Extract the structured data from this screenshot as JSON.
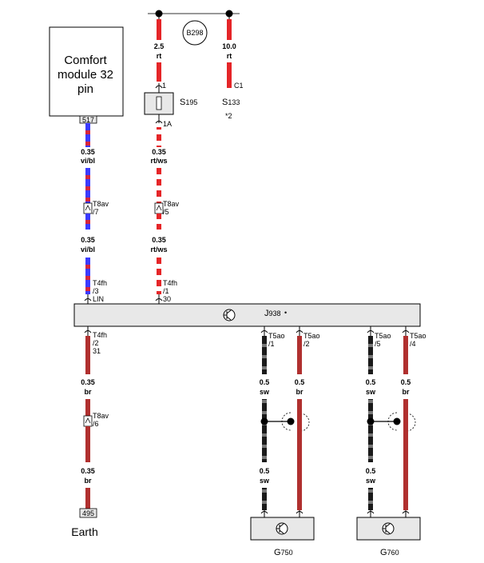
{
  "comfort_module": {
    "title_line1": "Comfort",
    "title_line2": "module 32",
    "title_line3": "pin",
    "pin": "517"
  },
  "supply": {
    "b298": "B298",
    "left_wire": {
      "size": "2.5",
      "color": "rt"
    },
    "right_wire": {
      "size": "10.0",
      "color": "rt"
    },
    "c1": "C1",
    "s133_prefix": "S",
    "s133_num": "133",
    "star2": "*2",
    "fuse_pin_top": "1",
    "fuse_pin_bottom": "1A",
    "s195_prefix": "S",
    "s195_num": "195"
  },
  "lin_wire": {
    "seg1": {
      "size": "0.35",
      "color": "vi/bl"
    },
    "conn1": {
      "name": "T8av",
      "pin": "/7"
    },
    "seg2": {
      "size": "0.35",
      "color": "vi/bl"
    },
    "conn2": {
      "name": "T4fh",
      "pin": "/3",
      "extra": "LIN"
    }
  },
  "power_wire": {
    "seg1": {
      "size": "0.35",
      "color": "rt/ws"
    },
    "conn1": {
      "name": "T8av",
      "pin": "/5"
    },
    "seg2": {
      "size": "0.35",
      "color": "rt/ws"
    },
    "conn2": {
      "name": "T4fh",
      "pin": "/1",
      "extra": "30"
    }
  },
  "control_unit": {
    "prefix": "J",
    "num": "938",
    "dot": "•"
  },
  "earth_wire": {
    "conn_top": {
      "name": "T4fh",
      "pin": "/2",
      "extra": "31"
    },
    "seg1": {
      "size": "0.35",
      "color": "br"
    },
    "conn_mid": {
      "name": "T8av",
      "pin": "/6"
    },
    "seg2": {
      "size": "0.35",
      "color": "br"
    },
    "terminal": "495",
    "label": "Earth"
  },
  "sensor_g750": {
    "wire_sw": {
      "conn": "T5ao",
      "pin": "/1",
      "size": "0.5",
      "color": "sw",
      "size2": "0.5",
      "color2": "sw"
    },
    "wire_br": {
      "conn": "T5ao",
      "pin": "/2",
      "size": "0.5",
      "color": "br"
    },
    "prefix": "G",
    "num": "750"
  },
  "sensor_g760": {
    "wire_sw": {
      "conn": "T5ao",
      "pin": "/5",
      "size": "0.5",
      "color": "sw",
      "size2": "0.5",
      "color2": "sw"
    },
    "wire_br": {
      "conn": "T5ao",
      "pin": "/4",
      "size": "0.5",
      "color": "br"
    },
    "prefix": "G",
    "num": "760"
  },
  "colors": {
    "red": "#e52528",
    "brown": "#b0302f",
    "blue": "#3b3bff",
    "black": "#1a1a1a",
    "box_fill": "#e8e8e8"
  }
}
